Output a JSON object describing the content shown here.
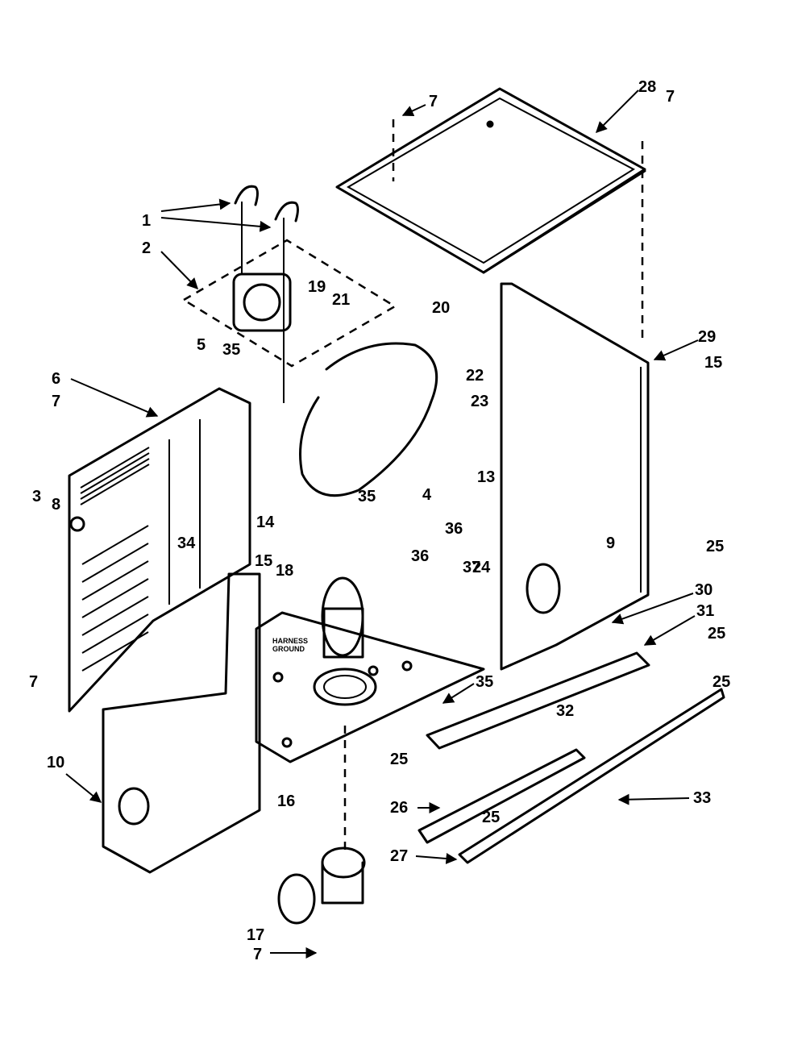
{
  "diagram": {
    "board_text": [
      "HARNESS",
      "GROUND"
    ],
    "callouts": [
      "1",
      "2",
      "3",
      "4",
      "5",
      "6",
      "7",
      "8",
      "9",
      "10",
      "13",
      "14",
      "15",
      "16",
      "17",
      "18",
      "19",
      "20",
      "21",
      "22",
      "23",
      "24",
      "25",
      "26",
      "27",
      "28",
      "29",
      "30",
      "31",
      "32",
      "33",
      "34",
      "35",
      "36",
      "37"
    ]
  }
}
